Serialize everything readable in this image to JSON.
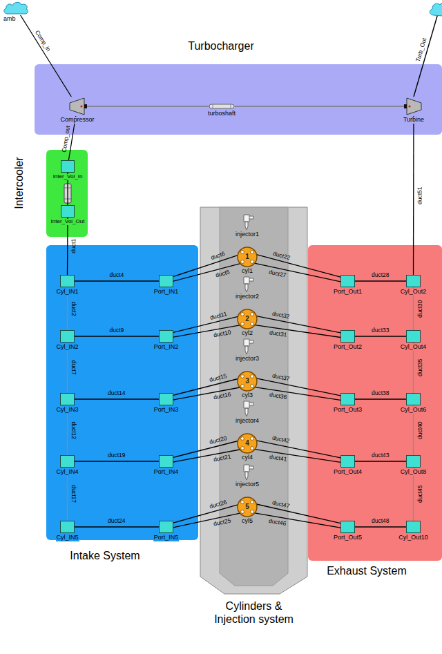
{
  "diagram": {
    "nodes": [
      {
        "text": [
          "amb"
        ]
      },
      {
        "text": [
          "Turbocharger"
        ]
      },
      {
        "text": [
          "Compressor"
        ],
        "in": 1
      },
      {
        "text": [
          "turboshaft"
        ],
        "in": 1
      },
      {
        "text": [
          "Turbine"
        ],
        "in": 1
      },
      {
        "text": [
          "Intercooler"
        ]
      },
      {
        "text": [
          "Inter_Vol_In"
        ],
        "in": 5
      },
      {
        "text": [
          "Inter_Vol_Out"
        ],
        "in": 5
      },
      {
        "text": [
          "Intake System"
        ]
      },
      {
        "text": [
          "Cyl_IN1"
        ],
        "in": 8
      },
      {
        "text": [
          "Port_IN1"
        ],
        "in": 8
      },
      {
        "text": [
          "Cyl_IN2"
        ],
        "in": 8
      },
      {
        "text": [
          "Port_IN2"
        ],
        "in": 8
      },
      {
        "text": [
          "Cyl_IN3"
        ],
        "in": 8
      },
      {
        "text": [
          "Port_IN3"
        ],
        "in": 8
      },
      {
        "text": [
          "Cyl_IN4"
        ],
        "in": 8
      },
      {
        "text": [
          "Port_IN4"
        ],
        "in": 8
      },
      {
        "text": [
          "Cyl_IN5"
        ],
        "in": 8
      },
      {
        "text": [
          "Port_IN5"
        ],
        "in": 8
      },
      {
        "text": [
          "Cylinders & Injection system"
        ]
      },
      {
        "text": [
          "injector1"
        ],
        "in": 19
      },
      {
        "text": [
          "1",
          "cyl1"
        ],
        "in": 19
      },
      {
        "text": [
          "injector2"
        ],
        "in": 19
      },
      {
        "text": [
          "2",
          "cyl2"
        ],
        "in": 19
      },
      {
        "text": [
          "injector3"
        ],
        "in": 19
      },
      {
        "text": [
          "3",
          "cyl3"
        ],
        "in": 19
      },
      {
        "text": [
          "injector4"
        ],
        "in": 19
      },
      {
        "text": [
          "4",
          "cyl4"
        ],
        "in": 19
      },
      {
        "text": [
          "injector5"
        ],
        "in": 19
      },
      {
        "text": [
          "5",
          "cyl5"
        ],
        "in": 19
      },
      {
        "text": [
          "Exhaust System"
        ]
      },
      {
        "text": [
          "Port_Out1"
        ],
        "in": 30
      },
      {
        "text": [
          "Cyl_Out2"
        ],
        "in": 30
      },
      {
        "text": [
          "Port_Out2"
        ],
        "in": 30
      },
      {
        "text": [
          "Cyl_Out4"
        ],
        "in": 30
      },
      {
        "text": [
          "Port_Out3"
        ],
        "in": 30
      },
      {
        "text": [
          "Cyl_Out6"
        ],
        "in": 30
      },
      {
        "text": [
          "Port_Out4"
        ],
        "in": 30
      },
      {
        "text": [
          "Cyl_Out8"
        ],
        "in": 30
      },
      {
        "text": [
          "Port_Out5"
        ],
        "in": 30
      },
      {
        "text": [
          "Cyl_Out10"
        ],
        "in": 30
      }
    ],
    "edges": [
      {
        "from": 0,
        "to": 2,
        "arrow": "none",
        "label": "Comp_in"
      },
      {
        "from": 2,
        "to": 3,
        "arrow": "none"
      },
      {
        "from": 3,
        "to": 4,
        "arrow": "none"
      },
      {
        "from": 2,
        "to": 6,
        "arrow": "none",
        "label": "Comp_out"
      },
      {
        "from": 6,
        "to": 7,
        "arrow": "none"
      },
      {
        "from": 7,
        "to": 9,
        "arrow": "none",
        "label": "duct1"
      },
      {
        "from": 9,
        "to": 10,
        "arrow": "none",
        "label": "duct4"
      },
      {
        "from": 10,
        "to": 21,
        "arrow": "none",
        "label": "duct6"
      },
      {
        "from": 10,
        "to": 21,
        "arrow": "none",
        "label": "duct5"
      },
      {
        "from": 9,
        "to": 11,
        "arrow": "none",
        "label": "duct2"
      },
      {
        "from": 11,
        "to": 12,
        "arrow": "none",
        "label": "duct9"
      },
      {
        "from": 12,
        "to": 23,
        "arrow": "none",
        "label": "duct11"
      },
      {
        "from": 12,
        "to": 23,
        "arrow": "none",
        "label": "duct10"
      },
      {
        "from": 11,
        "to": 13,
        "arrow": "none",
        "label": "duct7"
      },
      {
        "from": 13,
        "to": 14,
        "arrow": "none",
        "label": "duct14"
      },
      {
        "from": 14,
        "to": 25,
        "arrow": "none",
        "label": "duct15"
      },
      {
        "from": 14,
        "to": 25,
        "arrow": "none",
        "label": "duct16"
      },
      {
        "from": 13,
        "to": 15,
        "arrow": "none",
        "label": "duct12"
      },
      {
        "from": 15,
        "to": 16,
        "arrow": "none",
        "label": "duct19"
      },
      {
        "from": 16,
        "to": 27,
        "arrow": "none",
        "label": "duct20"
      },
      {
        "from": 16,
        "to": 27,
        "arrow": "none",
        "label": "duct21"
      },
      {
        "from": 15,
        "to": 17,
        "arrow": "none",
        "label": "duct17"
      },
      {
        "from": 17,
        "to": 18,
        "arrow": "none",
        "label": "duct24"
      },
      {
        "from": 18,
        "to": 29,
        "arrow": "none",
        "label": "duct26"
      },
      {
        "from": 18,
        "to": 29,
        "arrow": "none",
        "label": "duct25"
      },
      {
        "from": 21,
        "to": 31,
        "arrow": "none",
        "label": "duct22"
      },
      {
        "from": 21,
        "to": 31,
        "arrow": "none",
        "label": "duct27"
      },
      {
        "from": 31,
        "to": 32,
        "arrow": "none",
        "label": "duct28"
      },
      {
        "from": 23,
        "to": 33,
        "arrow": "none",
        "label": "duct32"
      },
      {
        "from": 23,
        "to": 33,
        "arrow": "none",
        "label": "duct31"
      },
      {
        "from": 33,
        "to": 34,
        "arrow": "none",
        "label": "duct33"
      },
      {
        "from": 34,
        "to": 32,
        "arrow": "none",
        "label": "duct30"
      },
      {
        "from": 25,
        "to": 35,
        "arrow": "none",
        "label": "duct37"
      },
      {
        "from": 25,
        "to": 35,
        "arrow": "none",
        "label": "duct36"
      },
      {
        "from": 35,
        "to": 36,
        "arrow": "none",
        "label": "duct38"
      },
      {
        "from": 36,
        "to": 34,
        "arrow": "none",
        "label": "duct35"
      },
      {
        "from": 27,
        "to": 37,
        "arrow": "none",
        "label": "duct42"
      },
      {
        "from": 27,
        "to": 37,
        "arrow": "none",
        "label": "duct41"
      },
      {
        "from": 37,
        "to": 38,
        "arrow": "none",
        "label": "duct43"
      },
      {
        "from": 38,
        "to": 36,
        "arrow": "none",
        "label": "duct40"
      },
      {
        "from": 29,
        "to": 39,
        "arrow": "none",
        "label": "duct47"
      },
      {
        "from": 29,
        "to": 39,
        "arrow": "none",
        "label": "duct46"
      },
      {
        "from": 39,
        "to": 40,
        "arrow": "none",
        "label": "duct48"
      },
      {
        "from": 40,
        "to": 38,
        "arrow": "none",
        "label": "duct45"
      },
      {
        "from": 32,
        "to": 4,
        "arrow": "none",
        "label": "duct51"
      }
    ],
    "labels": [
      "Turb_Out"
    ]
  }
}
